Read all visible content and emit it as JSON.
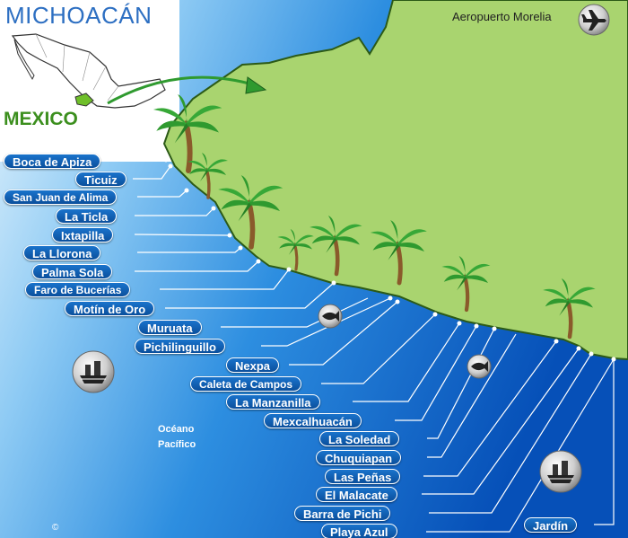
{
  "title": "MICHOACÁN",
  "country": "MEXICO",
  "airport": {
    "label": "Aeropuerto Morelia",
    "icon": "airplane-icon"
  },
  "ocean": {
    "line1": "Océano",
    "line2": "Pacífico"
  },
  "copyright": "©",
  "beaches": [
    "Boca de Apiza",
    "Ticuiz",
    "San Juan de Alima",
    "La Ticla",
    "Ixtapilla",
    "La Llorona",
    "Palma Sola",
    "Faro de Bucerías",
    "Motín de Oro",
    "Muruata",
    "Pichilinguillo",
    "Nexpa",
    "Caleta de Campos",
    "La Manzanilla",
    "Mexcalhuacán",
    "La Soledad",
    "Chuquiapan",
    "Las Peñas",
    "El Malacate",
    "Barra de Pichi",
    "Playa Azul",
    "Jardín"
  ],
  "icons": [
    "palm-tree-icon",
    "fish-icon",
    "ship-icon",
    "airplane-icon",
    "arrow-icon"
  ],
  "colors": {
    "land": "#a9d46f",
    "sea_light": "#bfe3fa",
    "sea_dark": "#0a5bc4",
    "label_bg": "#0d5fb3",
    "title": "#2d6fc2",
    "country": "#3c8f1e"
  }
}
